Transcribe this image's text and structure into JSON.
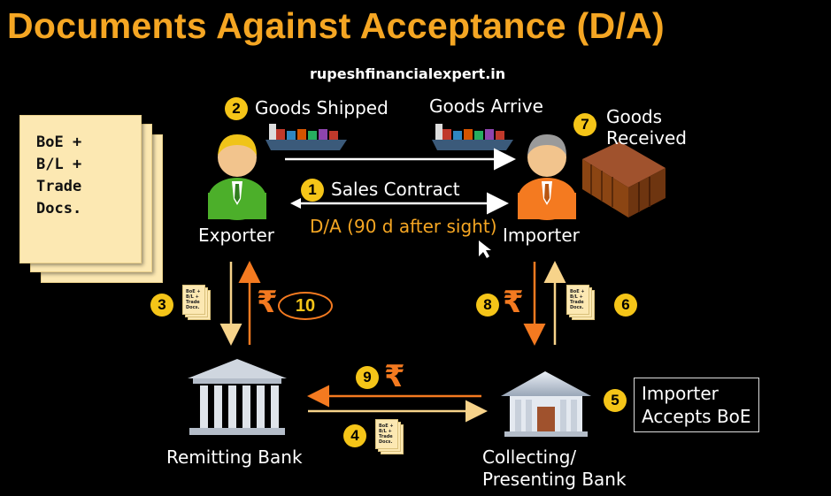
{
  "title": "Documents Against Acceptance (D/A)",
  "website": "rupeshfinancialexpert.in",
  "documents": [
    "BoE +",
    "B/L +",
    "Trade",
    "Docs."
  ],
  "mini_docs": [
    "BoE +",
    "B/L +",
    "Trade",
    "Docs."
  ],
  "parties": {
    "exporter": "Exporter",
    "importer": "Importer",
    "remitting_bank": "Remitting Bank",
    "collecting_bank_line1": "Collecting/",
    "collecting_bank_line2": "Presenting Bank"
  },
  "steps": [
    {
      "num": "1",
      "label": "Sales Contract"
    },
    {
      "num": "2",
      "label": "Goods Shipped"
    },
    {
      "num": "3",
      "label": ""
    },
    {
      "num": "4",
      "label": ""
    },
    {
      "num": "5",
      "label": ""
    },
    {
      "num": "6",
      "label": ""
    },
    {
      "num": "7",
      "label": "Goods"
    },
    {
      "num": "8",
      "label": ""
    },
    {
      "num": "9",
      "label": ""
    },
    {
      "num": "10",
      "label": ""
    }
  ],
  "goods_arrive": "Goods Arrive",
  "goods_received_line2": "Received",
  "terms": "D/A (90 d after sight)",
  "importer_accepts_line1": "Importer",
  "importer_accepts_line2": "Accepts BoE",
  "currency_symbol": "₹",
  "colors": {
    "title": "#f5a623",
    "badge": "#f5c518",
    "arrow_orange": "#f47a20",
    "arrow_light": "#f7d38a",
    "paper": "#fce8b2"
  }
}
